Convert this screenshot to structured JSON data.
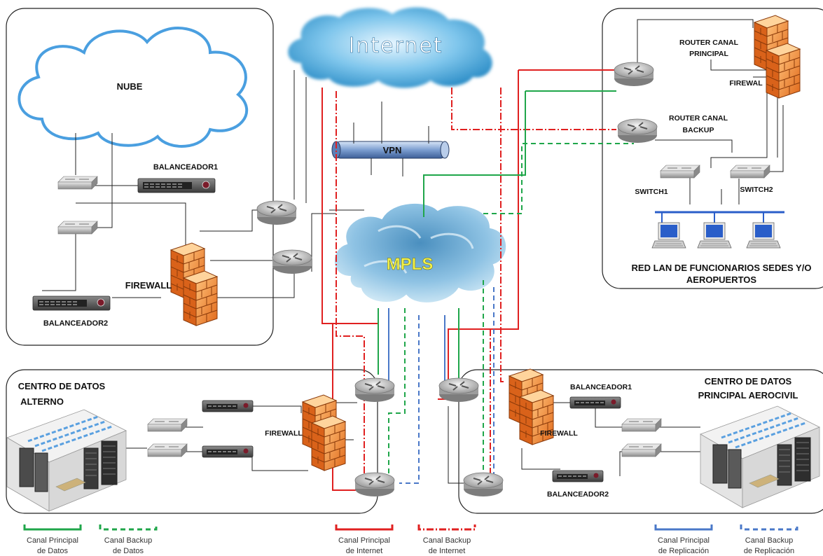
{
  "clouds": {
    "internet": "Internet",
    "nube": "NUBE",
    "mpls": "MPLS"
  },
  "vpn": "VPN",
  "cloud_zone": {
    "balanceador1": "BALANCEADOR1",
    "balanceador2": "BALANCEADOR2",
    "firewall": "FIREWALL"
  },
  "lan_zone": {
    "router_principal_1": "ROUTER CANAL",
    "router_principal_2": "PRINCIPAL",
    "firewall": "FIREWAL",
    "router_backup_1": "ROUTER CANAL",
    "router_backup_2": "BACKUP",
    "switch1": "SWITCH1",
    "switch2": "SWITCH2",
    "title_1": "RED LAN DE FUNCIONARIOS SEDES Y/O",
    "title_2": "AEROPUERTOS"
  },
  "alterno": {
    "title_1": "CENTRO DE DATOS",
    "title_2": "ALTERNO",
    "firewall": "FIREWALL"
  },
  "principal": {
    "title_1": "CENTRO DE DATOS",
    "title_2": "PRINCIPAL AEROCIVIL",
    "balanceador1": "BALANCEADOR1",
    "firewall": "FIREWALL",
    "balanceador2": "BALANCEADOR2"
  },
  "legend": [
    {
      "line1": "Canal Principal",
      "line2": "de Datos",
      "color": "#1fa64a",
      "style": "solid"
    },
    {
      "line1": "Canal Backup",
      "line2": "de Datos",
      "color": "#1fa64a",
      "style": "dashed"
    },
    {
      "line1": "Canal Principal",
      "line2": "de Internet",
      "color": "#e02020",
      "style": "solid"
    },
    {
      "line1": "Canal Backup",
      "line2": "de Internet",
      "color": "#e02020",
      "style": "dashdot"
    },
    {
      "line1": "Canal Principal",
      "line2": "de Replicación",
      "color": "#4a78c8",
      "style": "solid"
    },
    {
      "line1": "Canal Backup",
      "line2": "de Replicación",
      "color": "#4a78c8",
      "style": "dashed"
    }
  ]
}
